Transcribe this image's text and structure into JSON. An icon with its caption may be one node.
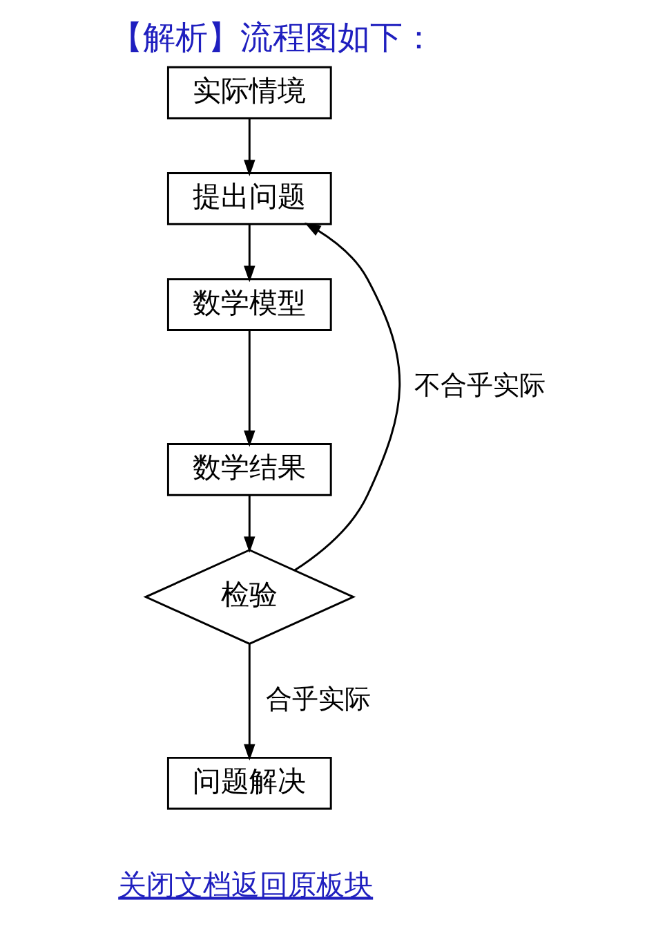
{
  "diagram": {
    "title": "【解析】流程图如下：",
    "nodes": [
      {
        "text": [
          "实际情境"
        ]
      },
      {
        "text": [
          "提出问题"
        ]
      },
      {
        "text": [
          "数学模型"
        ]
      },
      {
        "text": [
          "数学结果"
        ]
      },
      {
        "text": [
          "检验"
        ]
      },
      {
        "text": [
          "问题解决"
        ]
      }
    ],
    "edges": [
      {
        "from": 0,
        "to": 1,
        "arrow": "to"
      },
      {
        "from": 1,
        "to": 2,
        "arrow": "to"
      },
      {
        "from": 2,
        "to": 3,
        "arrow": "to"
      },
      {
        "from": 3,
        "to": 4,
        "arrow": "to"
      },
      {
        "from": 4,
        "to": 1,
        "arrow": "to",
        "label": "不合乎实际"
      },
      {
        "from": 4,
        "to": 5,
        "arrow": "to",
        "label": "合乎实际"
      }
    ],
    "labels": [
      "关闭文档返回原板块"
    ]
  }
}
